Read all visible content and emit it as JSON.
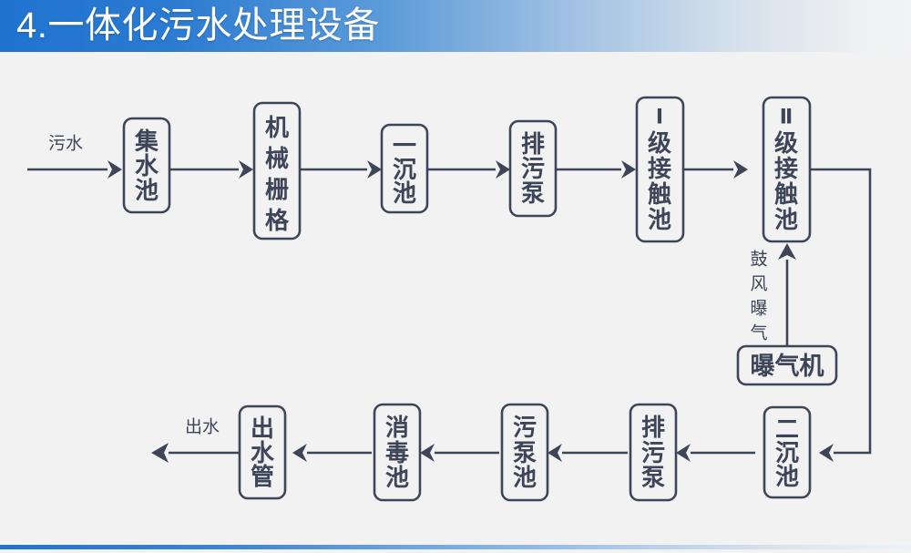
{
  "header": {
    "title": "4.一体化污水处理设备",
    "accent_color": "#1f74cf",
    "gradient_end_color": "#f2f3f4"
  },
  "theme": {
    "background": "#f2f2f2",
    "line_color": "#3d4558",
    "box_fill": "#f2f2f2"
  },
  "diagram": {
    "type": "flowchart",
    "orientation": "serpentine-two-rows",
    "inlet_label": "污水",
    "outlet_label": "出水",
    "aeration_label": "鼓风曝气",
    "row1": [
      {
        "id": "node-1",
        "label": "集水池",
        "chars": 3
      },
      {
        "id": "node-2",
        "label": "机械栅格",
        "chars": 4
      },
      {
        "id": "node-3",
        "label": "一沉池",
        "chars": 3
      },
      {
        "id": "node-4",
        "label": "排污泵",
        "chars": 3
      },
      {
        "id": "node-5",
        "label": "Ⅰ级接触池",
        "chars": 5
      },
      {
        "id": "node-6",
        "label": "Ⅱ级接触池",
        "chars": 5
      }
    ],
    "row2": [
      {
        "id": "node-7",
        "label": "二沉池",
        "chars": 3
      },
      {
        "id": "node-8",
        "label": "排污泵",
        "chars": 3
      },
      {
        "id": "node-9",
        "label": "污泵池",
        "chars": 3
      },
      {
        "id": "node-10",
        "label": "消毒池",
        "chars": 3
      },
      {
        "id": "node-11",
        "label": "出水管",
        "chars": 3
      }
    ],
    "aux": [
      {
        "id": "node-aerator",
        "label": "曝气机",
        "orientation": "horizontal"
      }
    ],
    "flow_sequence": [
      "污水",
      "集水池",
      "机械栅格",
      "一沉池",
      "排污泵",
      "Ⅰ级接触池",
      "Ⅱ级接触池",
      "二沉池",
      "排污泵",
      "污泵池",
      "消毒池",
      "出水管",
      "出水"
    ]
  }
}
